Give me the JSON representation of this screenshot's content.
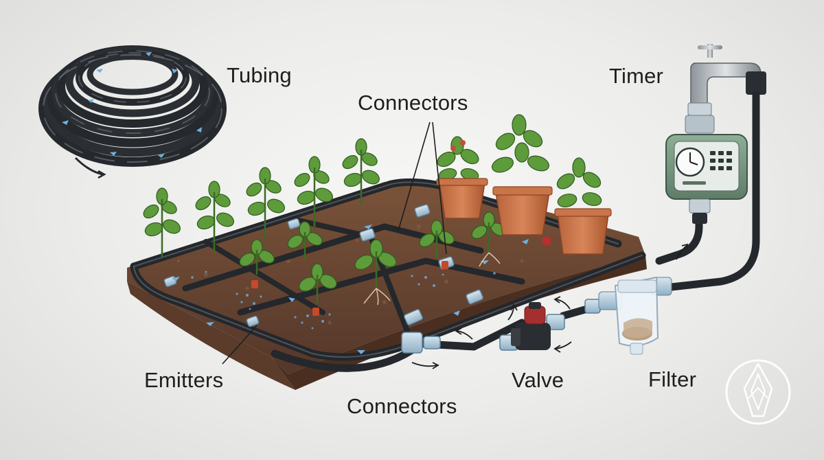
{
  "labels": {
    "tubing": "Tubing",
    "connectors_top": "Connectors",
    "timer": "Timer",
    "emitters": "Emitters",
    "valve": "Valve",
    "filter": "Filter",
    "connectors_bottom": "Connectors"
  },
  "colors": {
    "tube": "#2a2d31",
    "tube_highlight": "#6b7279",
    "soil": "#6e4a33",
    "soil_dark": "#4d3222",
    "leaf": "#5d9a3a",
    "pot": "#c8734a",
    "connector": "#a9c6d8",
    "water": "#5aa0d8",
    "timer_body": "#6f8f7a",
    "valve": "#a83232"
  }
}
